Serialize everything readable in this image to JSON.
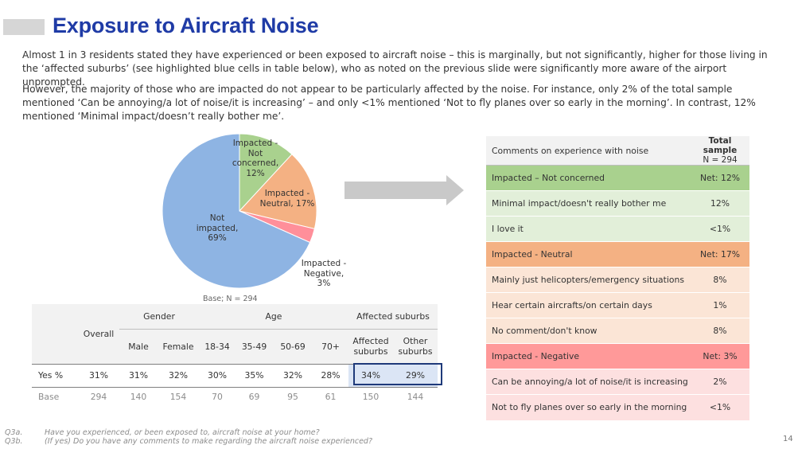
{
  "title": "Exposure to Aircraft Noise",
  "paragraphs": [
    "Almost 1 in 3 residents stated they have experienced or been exposed to aircraft noise – this is marginally, but not significantly, higher for those living in the ‘affected suburbs’ (see highlighted blue cells in table below), who as noted on the previous slide were significantly more aware of the airport unprompted.",
    "However, the majority of those who are impacted do not appear to be particularly affected by the noise.  For instance, only 2% of the total sample mentioned ‘Can be annoying/a lot of noise/it is increasing’ – and only <1% mentioned ‘Not to fly planes over so early in the morning’.  In contrast, 12% mentioned ‘Minimal impact/doesn’t really bother me’."
  ],
  "pie": {
    "slices": [
      {
        "label_lines": [
          "Impacted -",
          "Not",
          "concerned,",
          "12%"
        ],
        "value": 12,
        "color": "#a9d18e"
      },
      {
        "label_lines": [
          "Impacted -",
          "Neutral, 17%"
        ],
        "value": 17,
        "color": "#f4b183"
      },
      {
        "label_lines": [
          "Impacted -",
          "Negative,",
          "3%"
        ],
        "value": 3,
        "color": "#ff8f9a"
      },
      {
        "label_lines": [
          "Not",
          "impacted,",
          "69%"
        ],
        "value": 69,
        "color": "#8eb4e3"
      }
    ],
    "base_note": "Base; N = 294"
  },
  "left_table": {
    "group_headers": {
      "overall": "Overall",
      "gender": "Gender",
      "age": "Age",
      "affected": "Affected suburbs"
    },
    "sub_headers": [
      "Male",
      "Female",
      "18-34",
      "35-49",
      "50-69",
      "70+",
      "Affected suburbs",
      "Other suburbs"
    ],
    "rows": [
      {
        "label": "Yes %",
        "values": [
          "31%",
          "31%",
          "32%",
          "30%",
          "35%",
          "32%",
          "28%",
          "34%",
          "29%"
        ]
      },
      {
        "label": "Base",
        "values": [
          "294",
          "140",
          "154",
          "70",
          "69",
          "95",
          "61",
          "150",
          "144"
        ]
      }
    ]
  },
  "right_table": {
    "header": {
      "label": "Comments on experience with noise",
      "col_title": "Total sample",
      "col_sub": "N = 294"
    },
    "rows": [
      {
        "label": "Impacted – Not concerned",
        "value": "Net: 12%"
      },
      {
        "label": "Minimal impact/doesn't really bother me",
        "value": "12%"
      },
      {
        "label": "I love it",
        "value": "<1%"
      },
      {
        "label": "Impacted - Neutral",
        "value": "Net: 17%"
      },
      {
        "label": "Mainly just helicopters/emergency situations",
        "value": "8%"
      },
      {
        "label": "Hear certain aircrafts/on certain days",
        "value": "1%"
      },
      {
        "label": "No comment/don't know",
        "value": "8%"
      },
      {
        "label": "Impacted - Negative",
        "value": "Net: 3%"
      },
      {
        "label": "Can be annoying/a lot of noise/it is increasing",
        "value": "2%"
      },
      {
        "label": "Not to fly planes over so early in the morning",
        "value": "<1%"
      }
    ]
  },
  "footnotes": [
    {
      "code": "Q3a.",
      "text": "Have you experienced, or been exposed to, aircraft noise at your home?"
    },
    {
      "code": "Q3b.",
      "text": "(If yes) Do you have any comments to make regarding the aircraft noise experienced?"
    }
  ],
  "page_number": "14",
  "colors": {
    "title": "#1f3ba6",
    "highlight_border": "#1f3a7a",
    "highlight_fill": "#dbe5f5"
  }
}
